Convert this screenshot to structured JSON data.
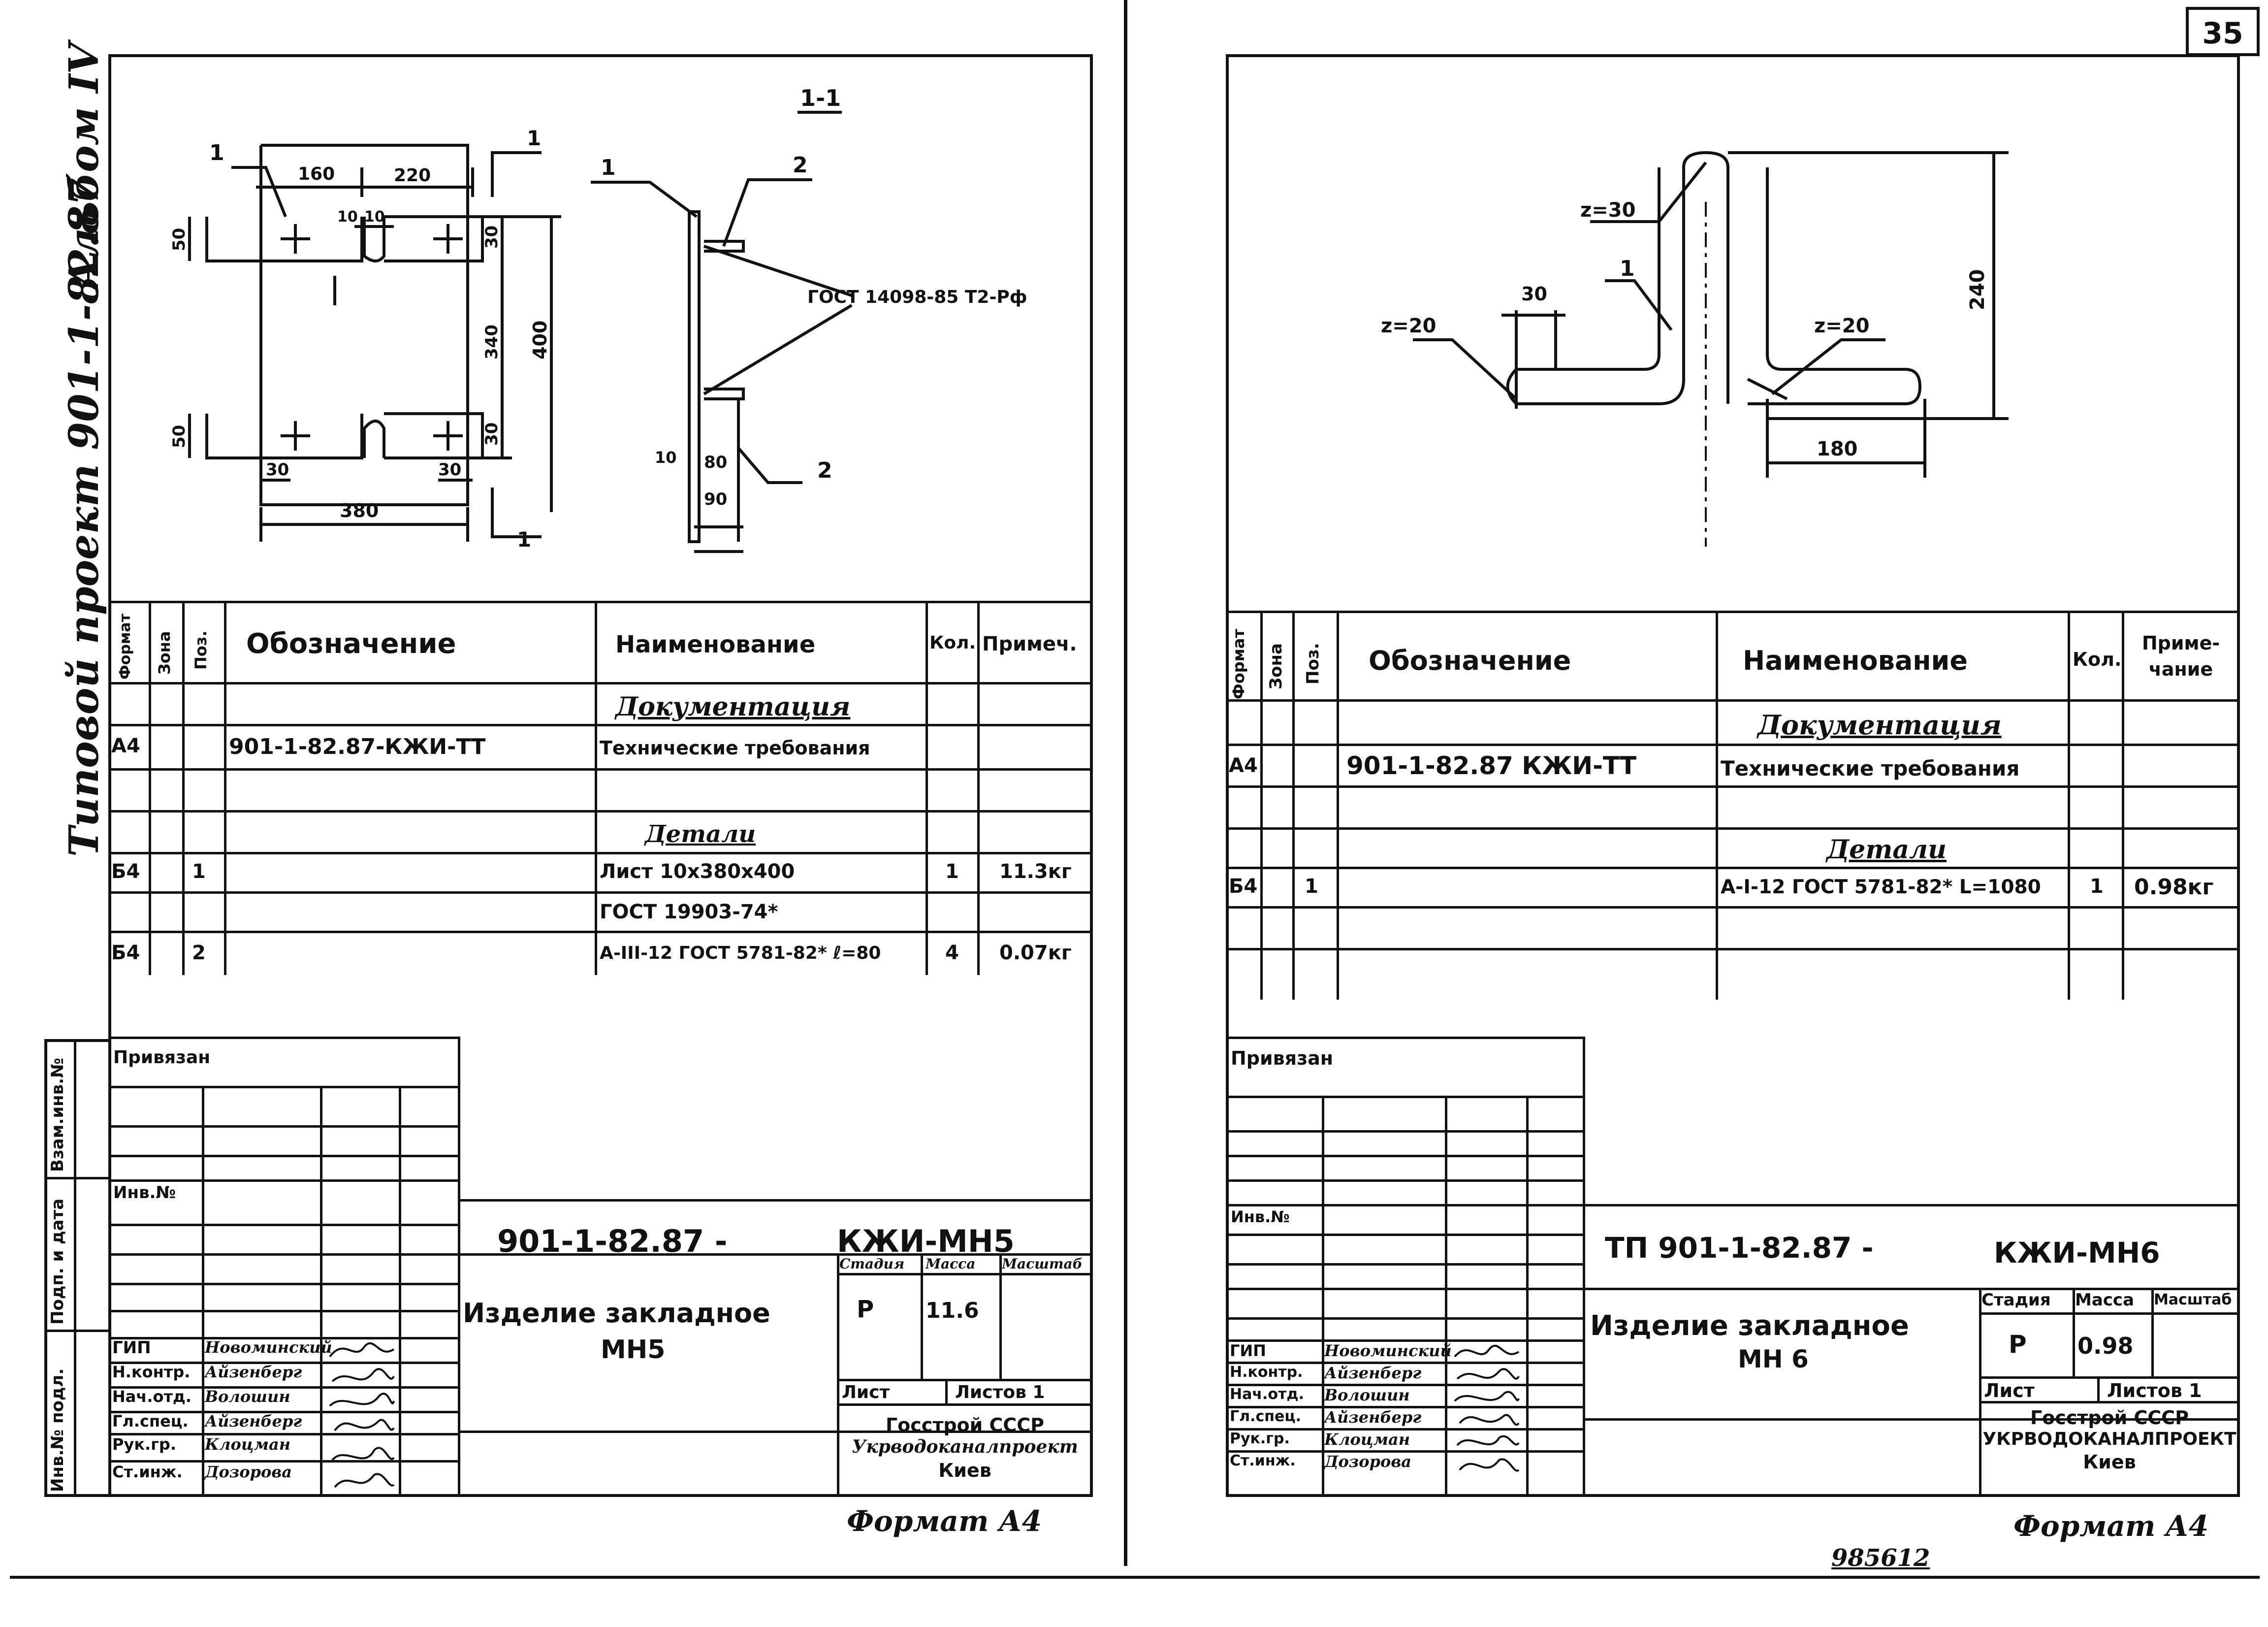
{
  "page_number": "35",
  "archive_number": "985612",
  "side_title": {
    "project": "Типовой проект 901-1-82.87",
    "album": "Альбом IV"
  },
  "side_stamp": {
    "vzam": "Взам.инв.№",
    "podp": "Подп. и дата",
    "inv": "Инв.№ подл."
  },
  "headers": {
    "format": "Формат",
    "zone": "Зона",
    "pos": "Поз.",
    "designation": "Обозначение",
    "name": "Наименование",
    "qty": "Кол.",
    "note_left": "Примеч.",
    "note_right": "Приме-чание"
  },
  "sheet_left": {
    "drawing": {
      "section_label": "1-1",
      "cut_mark": "1",
      "pos1": "1",
      "pos2": "2",
      "gost_weld": "ГОСТ 14098-85 Т2-Рф",
      "dims": {
        "d160": "160",
        "d220": "220",
        "d10a": "10",
        "d10b": "10",
        "d50a": "50",
        "d50b": "50",
        "d30a": "30",
        "d30b": "30",
        "d340": "340",
        "d400": "400",
        "d30c": "30",
        "d30d": "30",
        "d380": "380",
        "d10c": "10",
        "d80": "80",
        "d90": "90"
      }
    },
    "spec": {
      "section_docs": "Документация",
      "doc_format": "А4",
      "doc_designation": "901-1-82.87-КЖИ-ТТ",
      "doc_name": "Технические требования",
      "section_details": "Детали",
      "row1_format": "Б4",
      "row1_pos": "1",
      "row1_name": "Лист 10х380х400",
      "row1_qty": "1",
      "row1_note": "11.3кг",
      "row1_name2": "ГОСТ 19903-74*",
      "row2_format": "Б4",
      "row2_pos": "2",
      "row2_name": "А-III-12 ГОСТ 5781-82* ℓ=80",
      "row2_qty": "4",
      "row2_note": "0.07кг"
    },
    "stamp": {
      "privyazan": "Привязан",
      "inv_no": "Инв.№",
      "code_left": "901-1-82.87 -",
      "code_right": "КЖИ-МН5",
      "title": "Изделие закладное",
      "subtitle": "МН5",
      "stage_label": "Стадия",
      "mass_label": "Масса",
      "scale_label": "Масштаб",
      "stage": "Р",
      "mass": "11.6",
      "sheet_label": "Лист",
      "sheets_label": "Листов 1",
      "org1": "Госстрой СССР",
      "org2": "Укрводоканалпроект",
      "org3": "Киев",
      "roles": [
        "ГИП",
        "Н.контр.",
        "Нач.отд.",
        "Гл.спец.",
        "Рук.гр.",
        "Ст.инж."
      ],
      "names": [
        "Новоминский",
        "Айзенберг",
        "Волошин",
        "Айзенберг",
        "Клоцман",
        "Дозорова"
      ]
    },
    "format": "Формат А4"
  },
  "sheet_right": {
    "drawing": {
      "z30": "z=30",
      "z20a": "z=20",
      "z20b": "z=20",
      "d30": "30",
      "d240": "240",
      "d180": "180",
      "pos1": "1"
    },
    "spec": {
      "section_docs": "Документация",
      "doc_format": "А4",
      "doc_designation": "901-1-82.87 КЖИ-ТТ",
      "doc_name": "Технические требования",
      "section_details": "Детали",
      "row1_format": "Б4",
      "row1_pos": "1",
      "row1_name": "А-I-12 ГОСТ 5781-82* L=1080",
      "row1_qty": "1",
      "row1_note": "0.98кг"
    },
    "stamp": {
      "privyazan": "Привязан",
      "inv_no": "Инв.№",
      "code_left": "ТП 901-1-82.87 -",
      "code_right": "КЖИ-МН6",
      "title": "Изделие закладное",
      "subtitle": "МН 6",
      "stage_label": "Стадия",
      "mass_label": "Масса",
      "scale_label": "Масштаб",
      "stage": "Р",
      "mass": "0.98",
      "sheet_label": "Лист",
      "sheets_label": "Листов 1",
      "org1": "Госстрой СССР",
      "org2": "УКРВОДОКАНАЛПРОЕКТ",
      "org3": "Киев",
      "roles": [
        "ГИП",
        "Н.контр.",
        "Нач.отд.",
        "Гл.спец.",
        "Рук.гр.",
        "Ст.инж."
      ],
      "names": [
        "Новоминский",
        "Айзенберг",
        "Волошин",
        "Айзенберг",
        "Клоцман",
        "Дозорова"
      ]
    },
    "format": "Формат А4"
  }
}
